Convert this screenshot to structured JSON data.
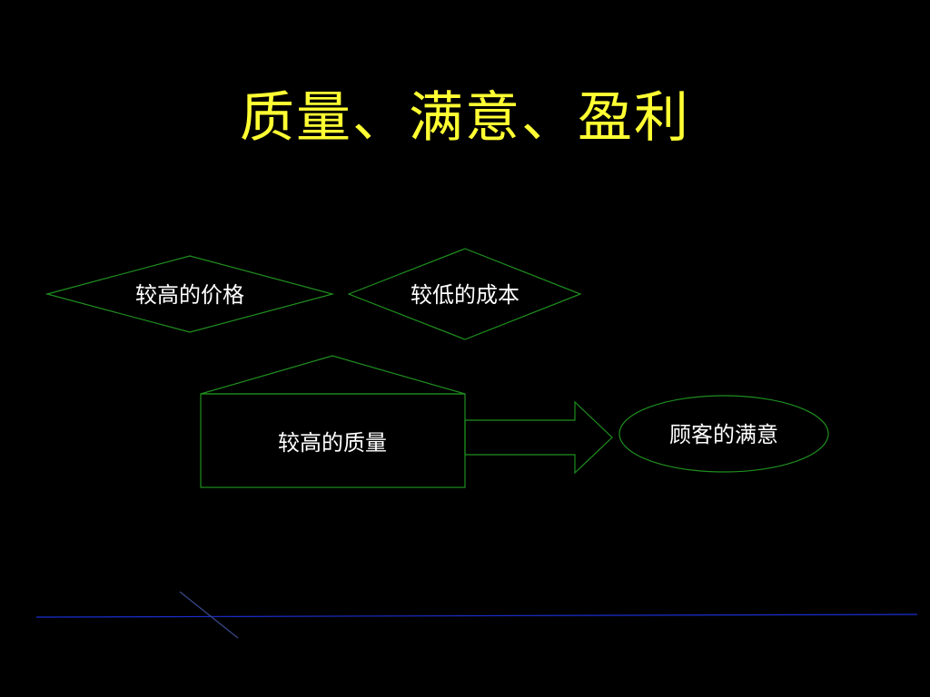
{
  "slide": {
    "title": "质量、满意、盈利"
  },
  "diagram": {
    "nodes": {
      "higher_price": "较高的价格",
      "lower_cost": "较低的成本",
      "higher_quality": "较高的质量",
      "customer_satisfaction": "顾客的满意"
    }
  },
  "colors": {
    "background": "#000000",
    "title": "#ffff33",
    "shape_stroke": "#1f8f1f",
    "label_text": "#ffffff",
    "decor_line": "#1a2fd0"
  }
}
